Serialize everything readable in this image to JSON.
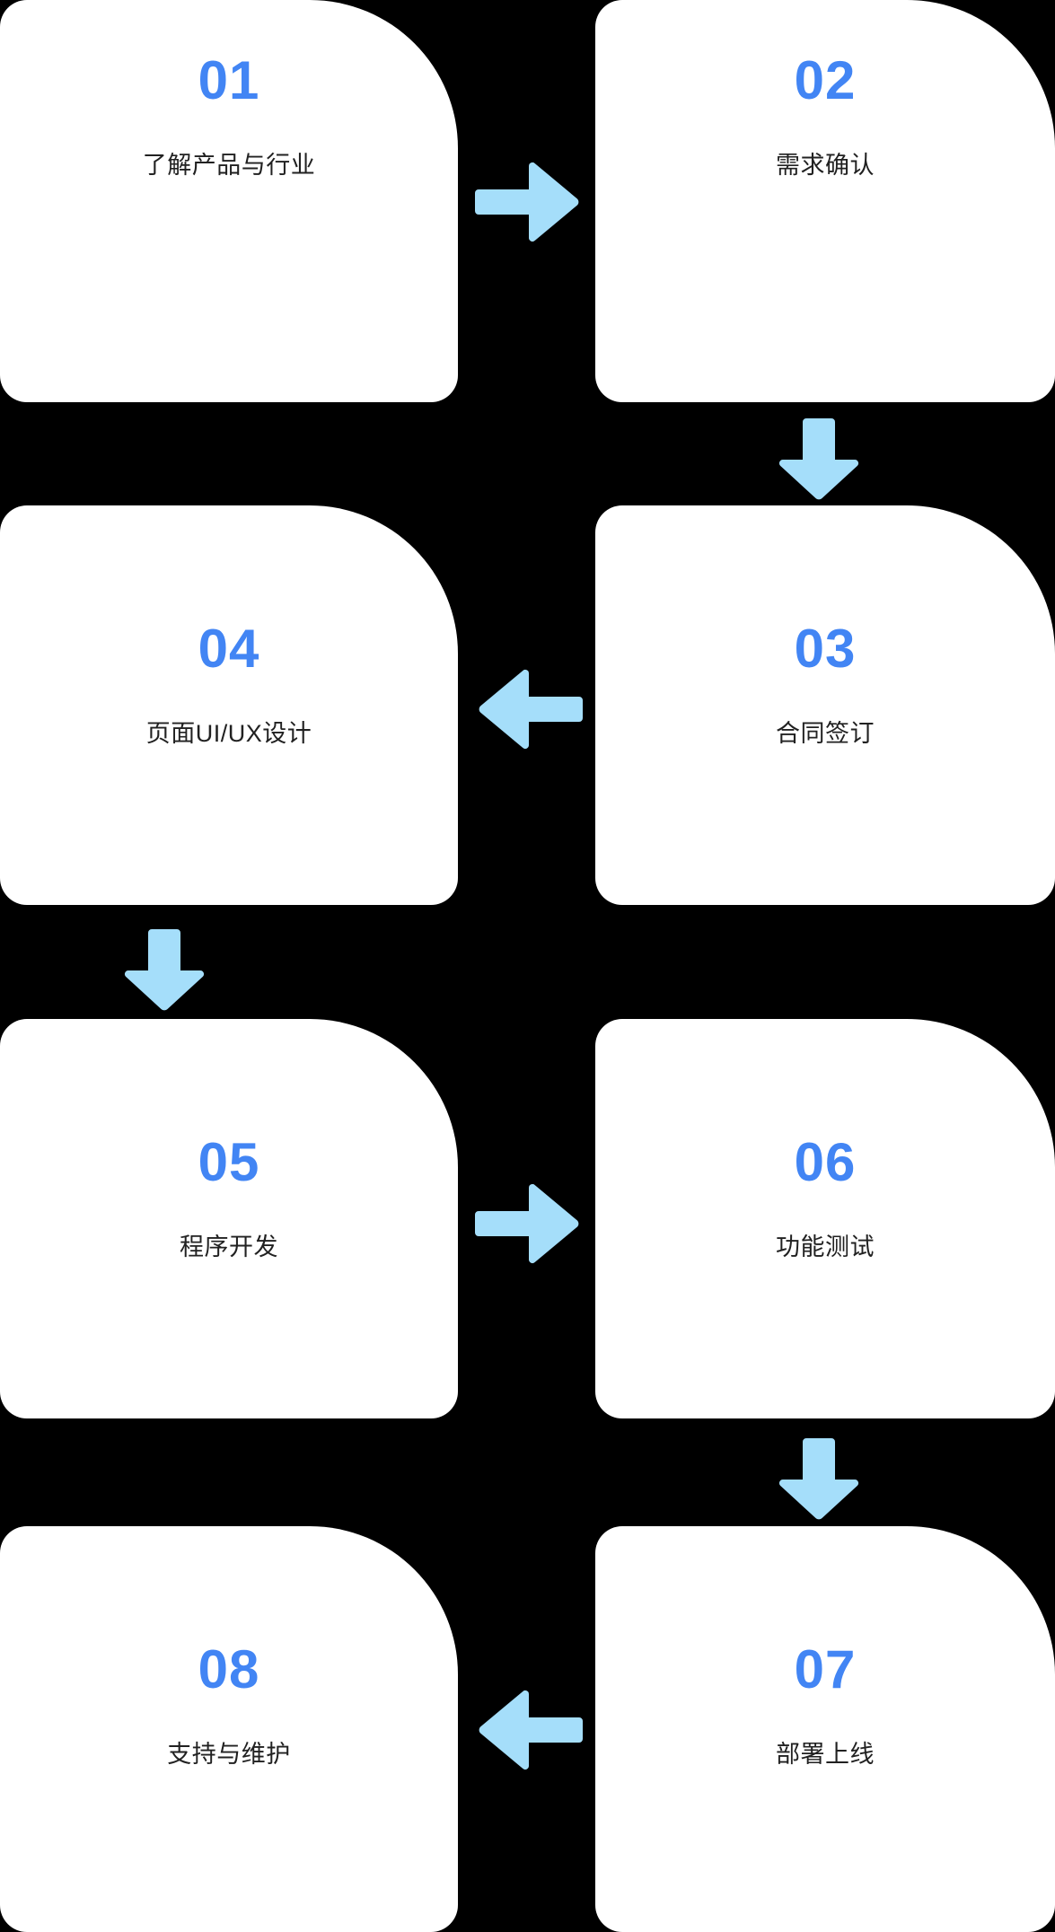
{
  "theme": {
    "background_color": "#000000",
    "card_color": "#ffffff",
    "number_color": "#4285f4",
    "label_color": "#212121",
    "arrow_color": "#a5defa"
  },
  "diagram": {
    "title": "",
    "type": "process-flow",
    "steps": [
      {
        "number": "01",
        "label": "了解产品与行业"
      },
      {
        "number": "02",
        "label": "需求确认"
      },
      {
        "number": "03",
        "label": "合同签订"
      },
      {
        "number": "04",
        "label": "页面UI/UX设计"
      },
      {
        "number": "05",
        "label": "程序开发"
      },
      {
        "number": "06",
        "label": "功能测试"
      },
      {
        "number": "07",
        "label": "部署上线"
      },
      {
        "number": "08",
        "label": "支持与维护"
      }
    ],
    "connectors": [
      {
        "name": "arrow-right-icon",
        "direction": "right",
        "from": "01",
        "to": "02"
      },
      {
        "name": "arrow-down-icon",
        "direction": "down",
        "from": "02",
        "to": "03"
      },
      {
        "name": "arrow-left-icon",
        "direction": "left",
        "from": "03",
        "to": "04"
      },
      {
        "name": "arrow-down-icon",
        "direction": "down",
        "from": "04",
        "to": "05"
      },
      {
        "name": "arrow-right-icon",
        "direction": "right",
        "from": "05",
        "to": "06"
      },
      {
        "name": "arrow-down-icon",
        "direction": "down",
        "from": "06",
        "to": "07"
      },
      {
        "name": "arrow-left-icon",
        "direction": "left",
        "from": "07",
        "to": "08"
      }
    ]
  }
}
